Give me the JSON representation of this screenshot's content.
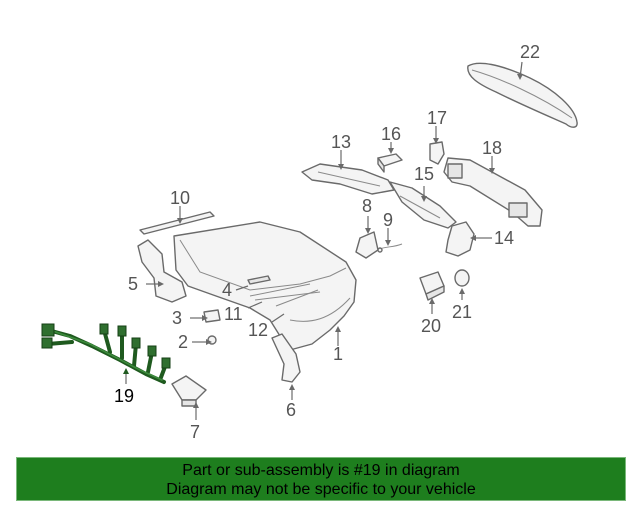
{
  "callouts": [
    "1",
    "2",
    "3",
    "4",
    "5",
    "6",
    "7",
    "8",
    "9",
    "10",
    "11",
    "12",
    "13",
    "14",
    "15",
    "16",
    "17",
    "18",
    "19",
    "20",
    "21",
    "22"
  ],
  "highlighted_part": "19",
  "banner": {
    "line1": "Part or sub-assembly is #19 in diagram",
    "line2": "Diagram may not be specific to your vehicle"
  },
  "colors": {
    "banner": "#1e7e1e",
    "harness": "#1f5a1f",
    "line_art": "#6a6a6a"
  }
}
